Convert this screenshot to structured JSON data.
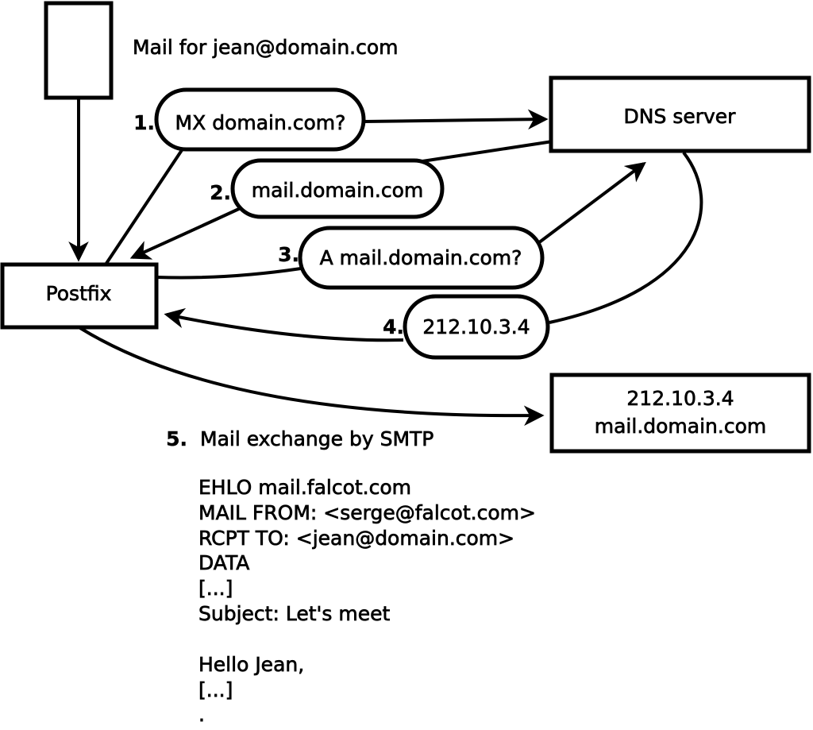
{
  "diagram": {
    "title_note": "Mail for jean@domain.com",
    "nodes": {
      "postfix": "Postfix",
      "dns_server": "DNS server",
      "mail_server_ip": "212.10.3.4",
      "mail_server_host": "mail.domain.com"
    },
    "steps": [
      {
        "num": "1.",
        "label": "MX domain.com?"
      },
      {
        "num": "2.",
        "label": "mail.domain.com"
      },
      {
        "num": "3.",
        "label": "A mail.domain.com?"
      },
      {
        "num": "4.",
        "label": "212.10.3.4"
      },
      {
        "num": "5.",
        "label": "Mail exchange by SMTP"
      }
    ],
    "smtp_transcript": {
      "lines": [
        "EHLO mail.falcot.com",
        "MAIL FROM: <serge@falcot.com>",
        "RCPT TO: <jean@domain.com>",
        "DATA",
        "[...]",
        "Subject: Let's meet",
        "",
        "Hello Jean,",
        "[...]",
        "",
        "."
      ]
    },
    "colors": {
      "ink": "#000000",
      "paper": "#ffffff"
    }
  }
}
